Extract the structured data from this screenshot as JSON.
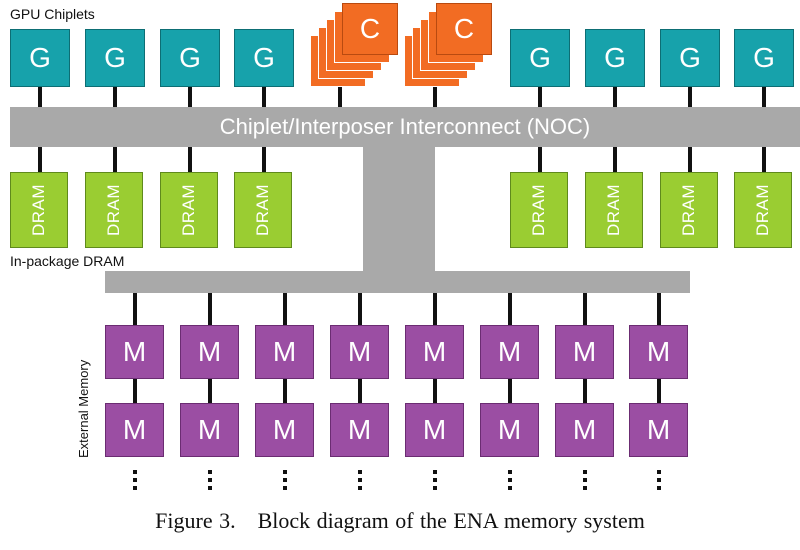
{
  "labels": {
    "gpu_chiplets": "GPU Chiplets",
    "in_package_dram": "In-package DRAM",
    "external_memory": "External Memory",
    "interconnect": "Chiplet/Interposer Interconnect (NOC)"
  },
  "blocks": {
    "gpu_letter": "G",
    "cpu_letter": "C",
    "dram_text": "DRAM",
    "mem_letter": "M"
  },
  "caption": {
    "number": "Figure 3.",
    "text": "Block diagram of the ENA memory system"
  },
  "colors": {
    "gpu": "#17a2ab",
    "cpu": "#f26c23",
    "dram": "#9acd32",
    "memory": "#9b4ea3",
    "interconnect": "#a9a9a9"
  }
}
